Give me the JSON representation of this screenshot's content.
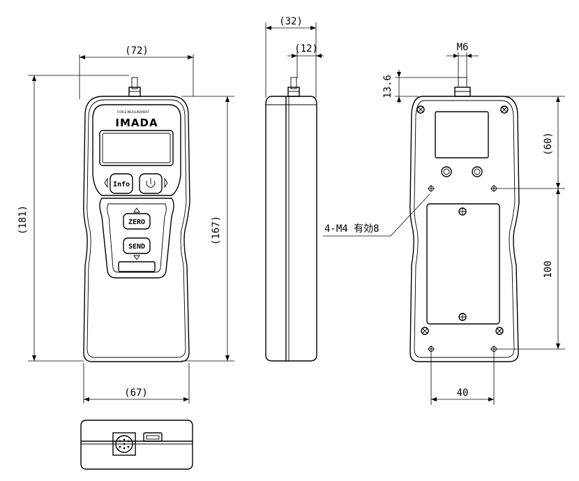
{
  "drawing": {
    "front_view": {
      "width_top": "(72)",
      "height_total": "(181)",
      "height_body": "(167)",
      "width_bottom": "(67)",
      "brand": "IMADA",
      "brand_sub": "FORCE MEASUREMENT",
      "buttons": {
        "info": "Info",
        "zero": "ZERO",
        "send": "SEND"
      }
    },
    "side_view": {
      "depth": "(32)",
      "shaft_offset": "(12)"
    },
    "rear_view": {
      "thread": "M6",
      "shaft_height": "13.6",
      "upper_height": "(60)",
      "hole_spacing_v": "100",
      "hole_spacing_h": "40",
      "mount_holes": "4-M4 有効8"
    }
  }
}
